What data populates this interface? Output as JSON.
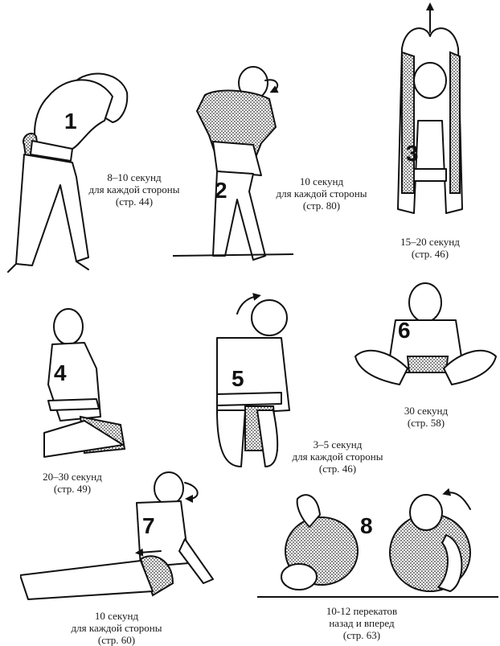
{
  "exercises": [
    {
      "number": "1",
      "caption": [
        "8–10 секунд",
        "для каждой стороны",
        "(стр. 44)"
      ]
    },
    {
      "number": "2",
      "caption": [
        "10 секунд",
        "для каждой стороны",
        "(стр. 80)"
      ]
    },
    {
      "number": "3",
      "caption": [
        "15–20 секунд",
        "(стр. 46)"
      ]
    },
    {
      "number": "4",
      "caption": [
        "20–30 секунд",
        "(стр. 49)"
      ]
    },
    {
      "number": "5",
      "caption": [
        "3–5 секунд",
        "для каждой стороны",
        "(стр. 46)"
      ]
    },
    {
      "number": "6",
      "caption": [
        "30 секунд",
        "(стр. 58)"
      ]
    },
    {
      "number": "7",
      "caption": [
        "10 секунд",
        "для каждой стороны",
        "(стр. 60)"
      ]
    },
    {
      "number": "8",
      "caption": [
        "10-12 перекатов",
        "назад и вперед",
        "(стр. 63)"
      ]
    }
  ]
}
